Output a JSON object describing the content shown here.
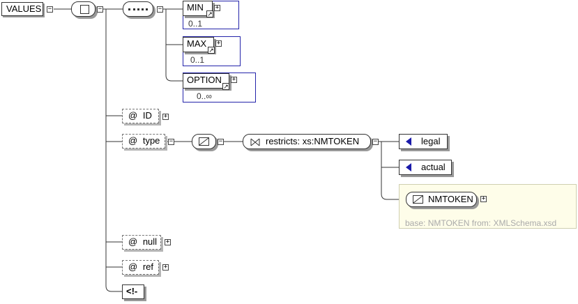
{
  "root": {
    "name": "VALUES"
  },
  "sequence": {
    "elements": [
      {
        "name": "MIN",
        "occurs": "0..1"
      },
      {
        "name": "MAX",
        "occurs": "0..1"
      },
      {
        "name": "OPTION",
        "occurs": "0..∞"
      }
    ]
  },
  "attributes": {
    "id": {
      "at": "@",
      "name": "ID"
    },
    "type": {
      "at": "@",
      "name": "type"
    },
    "null": {
      "at": "@",
      "name": "null"
    },
    "ref": {
      "at": "@",
      "name": "ref"
    }
  },
  "restriction": {
    "label": "restricts: xs:NMTOKEN"
  },
  "enumerations": [
    "legal",
    "actual"
  ],
  "simple_type": {
    "name": "NMTOKEN",
    "base": "base: NMTOKEN from: XMLSchema.xsd"
  },
  "comment": {
    "label": "<!-"
  },
  "icons": {
    "expand": "plus-box-icon",
    "collapse": "minus-box-icon",
    "reference": "arrow-up-right-icon"
  }
}
